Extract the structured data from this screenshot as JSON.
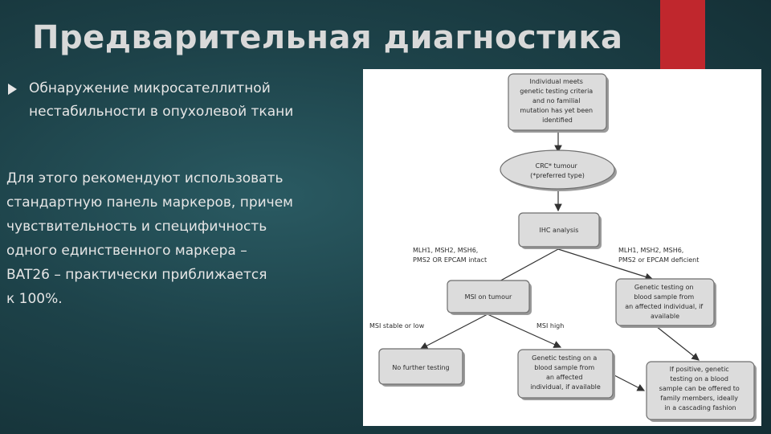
{
  "slide": {
    "title": "Предварительная диагностика",
    "bullet": {
      "line1": "Обнаружение микросателлитной",
      "line2": "нестабильности в опухолевой ткани"
    },
    "paragraph": [
      "Для этого рекомендуют использовать",
      "стандартную панель маркеров, причем",
      "чувствительность и специфичность",
      "одного единственного маркера –",
      "BAT26 – практически приближается",
      "к 100%."
    ],
    "accent_color": "#c0272d"
  },
  "flowchart": {
    "start_box": [
      "Individual meets",
      "genetic testing criteria",
      "and no familial",
      "mutation has yet been",
      "identified"
    ],
    "tumour_ellipse": [
      "CRC* tumour",
      "(*preferred type)"
    ],
    "ihc_box": [
      "IHC analysis"
    ],
    "edge_left": [
      "MLH1, MSH2, MSH6,",
      "PMS2 OR EPCAM intact"
    ],
    "edge_right": [
      "MLH1, MSH2, MSH6,",
      "PMS2 or EPCAM deficient"
    ],
    "msi_box": [
      "MSI on tumour"
    ],
    "genetic_blood_right": [
      "Genetic testing on",
      "blood sample from",
      "an affected individual, if",
      "available"
    ],
    "edge_msi_stable": [
      "MSI stable or low"
    ],
    "edge_msi_high": [
      "MSI high"
    ],
    "no_testing_box": [
      "No further testing"
    ],
    "genetic_blood_center": [
      "Genetic testing on a",
      "blood sample from",
      "an affected",
      "individual, if available"
    ],
    "cascade_box": [
      "If positive, genetic",
      "testing on a blood",
      "sample can be offered to",
      "family members, ideally",
      "in a cascading fashion"
    ]
  }
}
